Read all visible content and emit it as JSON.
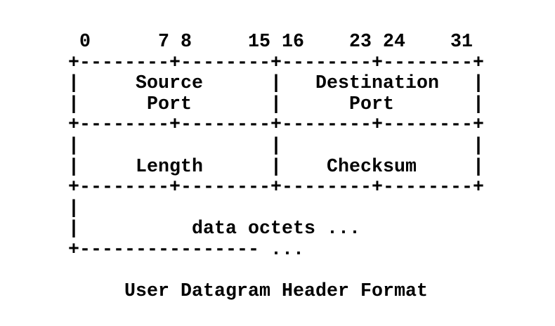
{
  "page": {
    "background_color": "#ffffff",
    "text_color": "#000000"
  },
  "diagram": {
    "caption": "User Datagram Header Format",
    "bit_labels": [
      "0",
      "7",
      "8",
      "15",
      "16",
      "23",
      "24",
      "31"
    ],
    "fields": [
      "Source Port",
      "Destination Port",
      "Length",
      "Checksum",
      "data octets ..."
    ],
    "lines": [
      " 0      7 8     15 16    23 24    31",
      "+--------+--------+--------+--------+",
      "|     Source      |   Destination   |",
      "|      Port       |      Port       |",
      "+--------+--------+--------+--------+",
      "|                 |                 |",
      "|     Length      |    Checksum     |",
      "+--------+--------+--------+--------+",
      "|",
      "|          data octets ...",
      "+---------------- ..."
    ]
  }
}
